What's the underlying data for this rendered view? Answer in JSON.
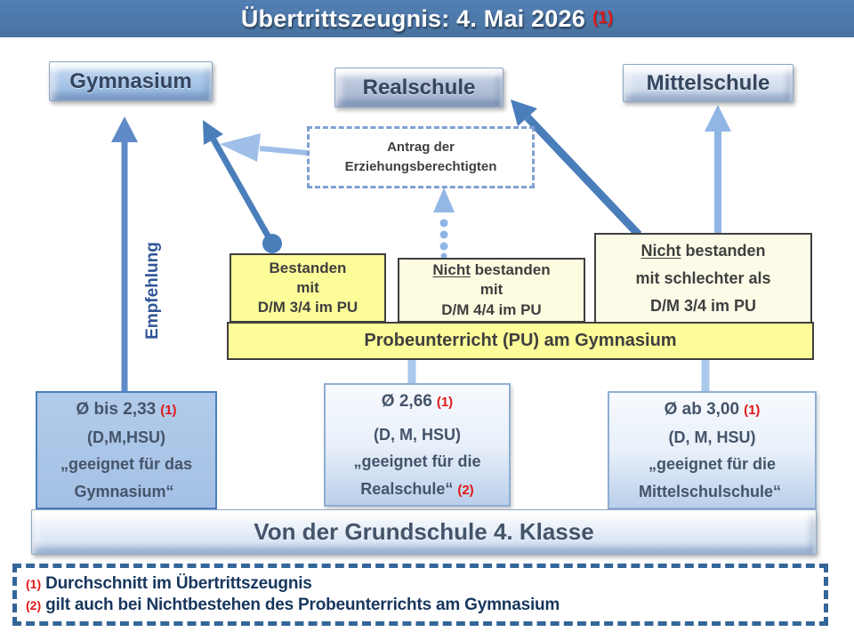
{
  "title": {
    "text": "Übertrittszeugnis: 4. Mai 2026",
    "note": "(1)"
  },
  "schools": {
    "gymnasium": "Gymnasium",
    "realschule": "Realschule",
    "mittelschule": "Mittelschule"
  },
  "antrag": {
    "line1": "Antrag der",
    "line2": "Erziehungsberechtigten"
  },
  "empfehlung": "Empfehlung",
  "pu_results": [
    {
      "u": "",
      "l1": "Bestanden",
      "l2": "mit",
      "l3": "D/M 3/4 im PU"
    },
    {
      "u": "Nicht",
      "l1": " bestanden",
      "l2": "mit",
      "l3": "D/M 4/4 im PU"
    },
    {
      "u": "Nicht",
      "l1": " bestanden",
      "l2": "mit schlechter als",
      "l3": "D/M 3/4 im PU"
    }
  ],
  "pu_bar": "Probeunterricht (PU) am Gymnasium",
  "grades": [
    {
      "avg": "Ø bis 2,33",
      "note": "(1)",
      "subjects": "(D,M,HSU)",
      "fit1": "„geeignet für das",
      "fit2": "Gymnasium“",
      "note2": ""
    },
    {
      "avg": "Ø 2,66",
      "note": "(1)",
      "subjects": "(D, M, HSU)",
      "fit1": "„geeignet für die",
      "fit2": "Realschule“",
      "note2": "(2)"
    },
    {
      "avg": "Ø ab 3,00",
      "note": "(1)",
      "subjects": "(D, M, HSU)",
      "fit1": "„geeignet für die",
      "fit2": "Mittelschulschule“",
      "note2": ""
    }
  ],
  "base_bar": "Von der Grundschule 4. Klasse",
  "footnotes": [
    {
      "marker": "(1)",
      "text": "Durchschnitt im Übertrittszeugnis"
    },
    {
      "marker": "(2)",
      "text": "gilt auch bei Nichtbestehen des Probeunterrichts am Gymnasium"
    }
  ],
  "colors": {
    "accent_red": "#E21717",
    "title_bg": "#4B77AD",
    "arrow_dark": "#4A7EBB",
    "arrow_light": "#9FBFE8",
    "yellow_bright": "#FCFC99",
    "yellow_pale": "#FDFCE0"
  }
}
